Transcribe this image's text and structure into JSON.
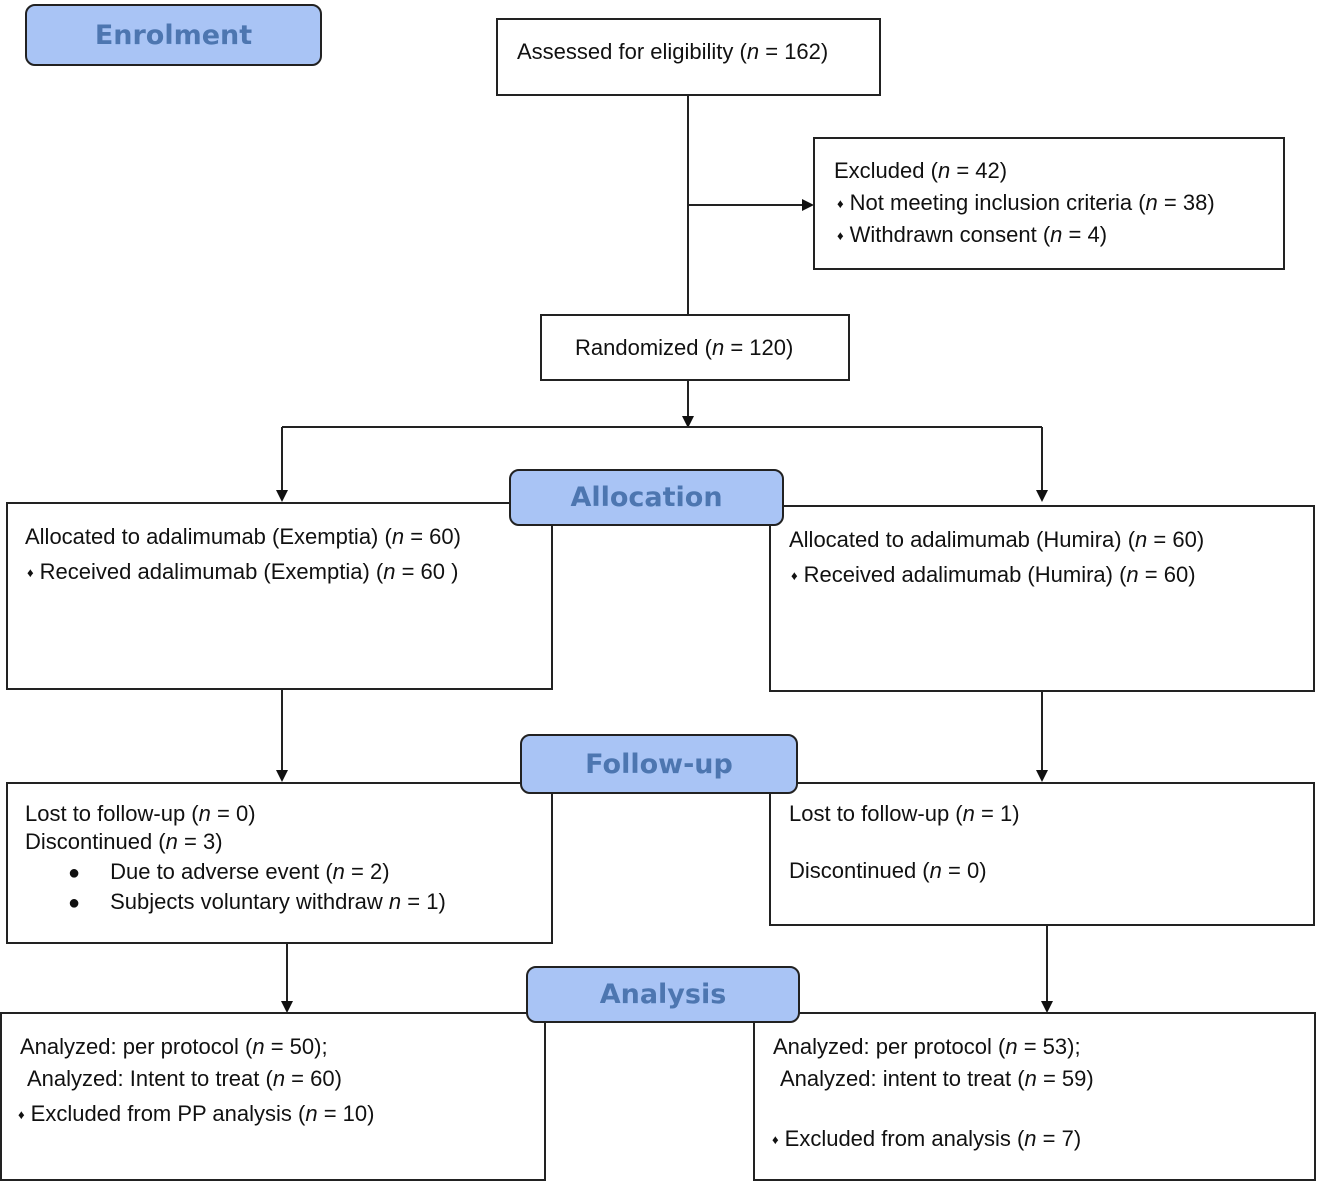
{
  "stages": {
    "enrolment": "Enrolment",
    "allocation": "Allocation",
    "followup": "Follow-up",
    "analysis": "Analysis"
  },
  "n_symbol": "n",
  "assessed": {
    "pre": "Assessed for eligibility (",
    "post": " = 162)"
  },
  "excluded": {
    "title": {
      "pre": "Excluded (",
      "post": " = 42)"
    },
    "bullet": "♦",
    "items": [
      {
        "pre": "Not meeting inclusion criteria (",
        "post": " = 38)"
      },
      {
        "pre": "Withdrawn consent (",
        "post": " = 4)"
      }
    ]
  },
  "randomized": {
    "pre": "Randomized (",
    "post": " = 120)"
  },
  "alloc_left": {
    "line1": {
      "pre": "Allocated to adalimumab (Exemptia) (",
      "post": " = 60)"
    },
    "line2": {
      "pre": "Received adalimumab (Exemptia) (",
      "post": " = 60 )"
    }
  },
  "alloc_right": {
    "line1": {
      "pre": "Allocated to adalimumab (Humira) (",
      "post": " = 60)"
    },
    "line2": {
      "pre": "Received adalimumab (Humira) (",
      "post": " = 60)"
    }
  },
  "follow_left": {
    "lost": {
      "pre": "Lost to follow-up (",
      "post": " = 0)"
    },
    "disc": {
      "pre": "Discontinued (",
      "post": " = 3)"
    },
    "dot": "●",
    "items": [
      {
        "pre": "Due to adverse event (",
        "post": " = 2)"
      },
      {
        "pre": "Subjects voluntary withdraw ",
        "post": " = 1)"
      }
    ]
  },
  "follow_right": {
    "lost": {
      "pre": "Lost to follow-up (",
      "post": " = 1)"
    },
    "disc": {
      "pre": "Discontinued (",
      "post": " = 0)"
    }
  },
  "analysis_left": {
    "pp": {
      "pre": "Analyzed: per protocol (",
      "post": " = 50);"
    },
    "itt": {
      "pre": "Analyzed: Intent to treat (",
      "post": " = 60)"
    },
    "excl": {
      "pre": "Excluded from PP analysis (",
      "post": " = 10)"
    }
  },
  "analysis_right": {
    "pp": {
      "pre": "Analyzed: per protocol (",
      "post": " = 53);"
    },
    "itt": {
      "pre": "Analyzed: intent to treat (",
      "post": " = 59)"
    },
    "excl": {
      "pre": "Excluded from analysis (",
      "post": " = 7)"
    }
  }
}
